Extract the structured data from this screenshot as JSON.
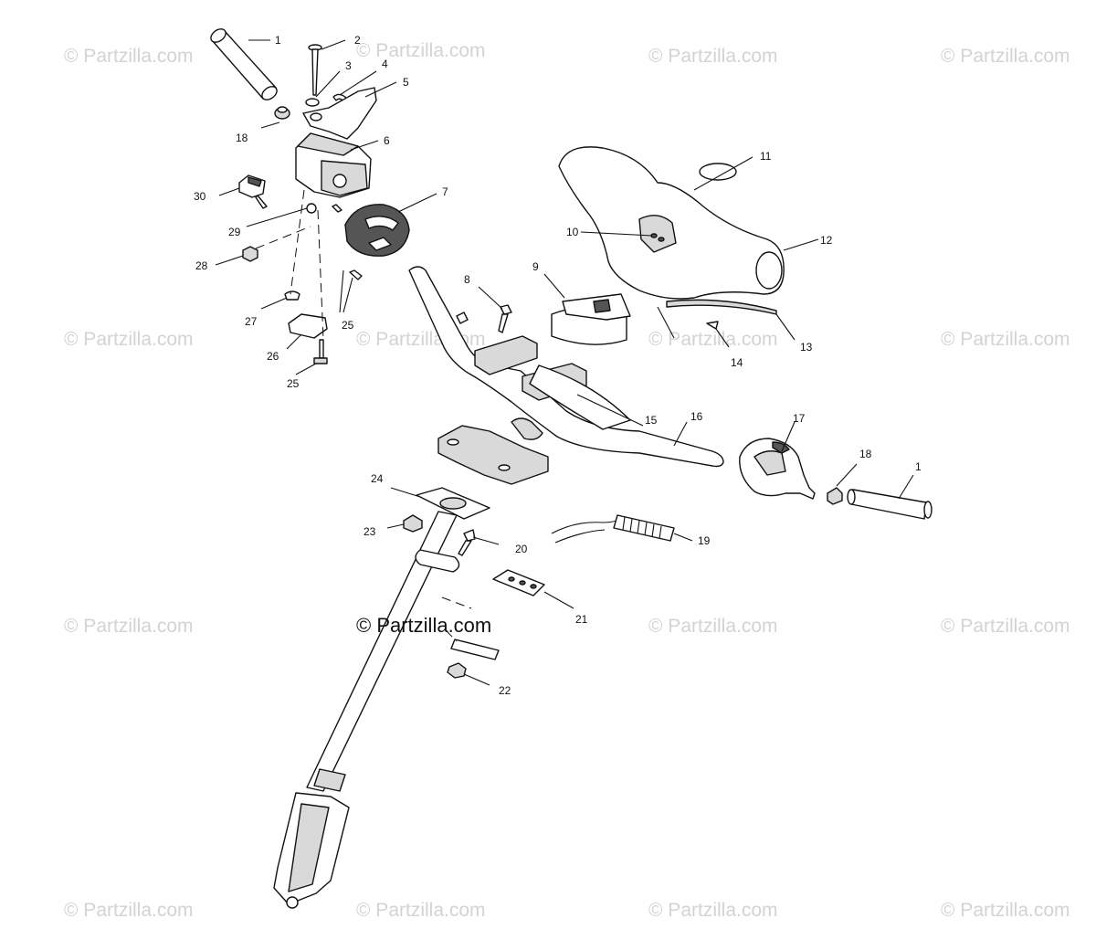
{
  "watermark": {
    "text": "© Partzilla.com",
    "center_text": "© Partzilla.com"
  },
  "callouts": [
    "1",
    "2",
    "3",
    "4",
    "5",
    "6",
    "7",
    "8",
    "9",
    "10",
    "11",
    "12",
    "13",
    "14",
    "15",
    "16",
    "17",
    "18",
    "19",
    "20",
    "21",
    "22",
    "23",
    "24",
    "25",
    "25",
    "26",
    "27",
    "28",
    "29",
    "30",
    "18",
    "1"
  ],
  "colors": {
    "ink": "#111111",
    "watermark": "#d3d3d3",
    "fill_gray": "#d9d9d9"
  }
}
